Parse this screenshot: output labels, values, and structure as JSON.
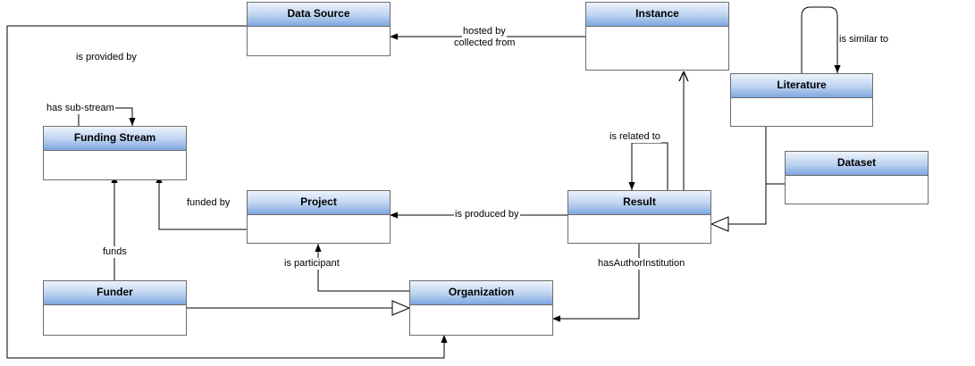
{
  "diagram": {
    "classes": {
      "data_source": "Data Source",
      "instance": "Instance",
      "literature": "Literature",
      "funding_stream": "Funding Stream",
      "dataset": "Dataset",
      "project": "Project",
      "result": "Result",
      "funder": "Funder",
      "organization": "Organization"
    },
    "relations": {
      "hosted_by": "hosted by",
      "collected_from": "collected from",
      "is_provided_by": "is provided by",
      "is_similar_to": "is similar to",
      "has_sub_stream": "has sub-stream",
      "is_related_to": "is related to",
      "funded_by": "funded by",
      "is_produced_by": "is produced by",
      "funds": "funds",
      "is_participant": "is participant",
      "has_author_institution": "hasAuthorInstitution"
    },
    "colors": {
      "header_top": "#eef3fc",
      "header_bottom": "#7ea6e0",
      "border": "#6d6d6d",
      "line": "#000000"
    }
  }
}
